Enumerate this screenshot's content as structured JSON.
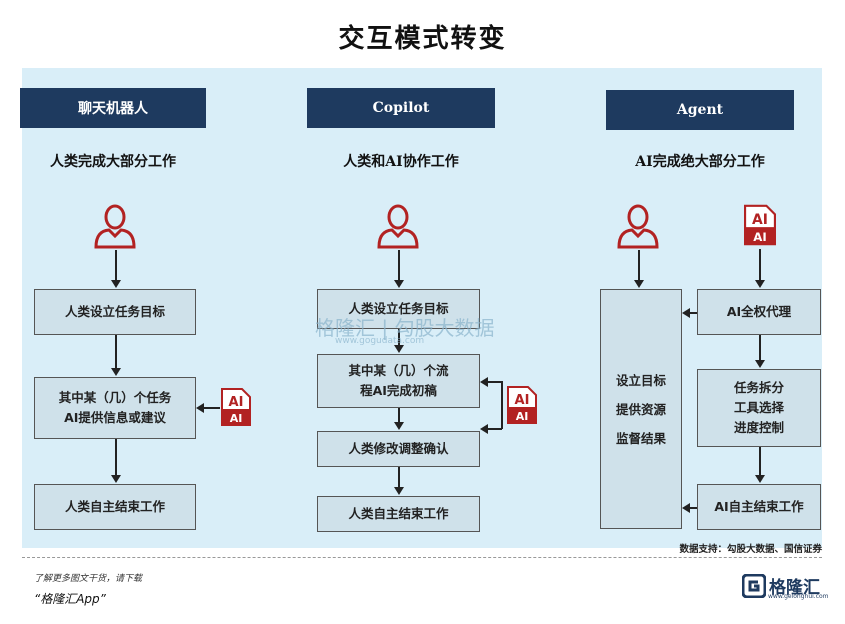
{
  "title": "交互模式转变",
  "columns": [
    {
      "header": "聊天机器人",
      "subtitle": "人类完成大部分工作",
      "steps": [
        "人类设立任务目标",
        "其中某（几）个任务AI提供信息或建议",
        "人类自主结束工作"
      ]
    },
    {
      "header": "Copilot",
      "subtitle": "人类和AI协作工作",
      "steps": [
        "人类设立任务目标",
        "其中某（几）个流程AI完成初稿",
        "人类修改调整确认",
        "人类自主结束工作"
      ]
    },
    {
      "header": "Agent",
      "subtitle": "AI完成绝大部分工作",
      "human_box": [
        "设立目标",
        "提供资源",
        "监督结果"
      ],
      "steps": [
        "AI全权代理",
        "任务拆分",
        "工具选择",
        "进度控制",
        "AI自主结束工作"
      ]
    }
  ],
  "ai_icon_label": "AI",
  "watermark": {
    "brand": "格隆汇 | 勾股大数据",
    "url": "www.gogudata.com"
  },
  "source": "数据支持：勾股大数据、国信证券",
  "footer": {
    "line1": "了解更多图文干货，请下载",
    "line2": "“格隆汇App”"
  },
  "logo": {
    "name": "格隆汇",
    "url": "www.gelonghui.com"
  },
  "colors": {
    "header": "#1e3a5f",
    "panel": "#d9eef8",
    "box": "#cfe1ea",
    "icon_red": "#b22222"
  }
}
